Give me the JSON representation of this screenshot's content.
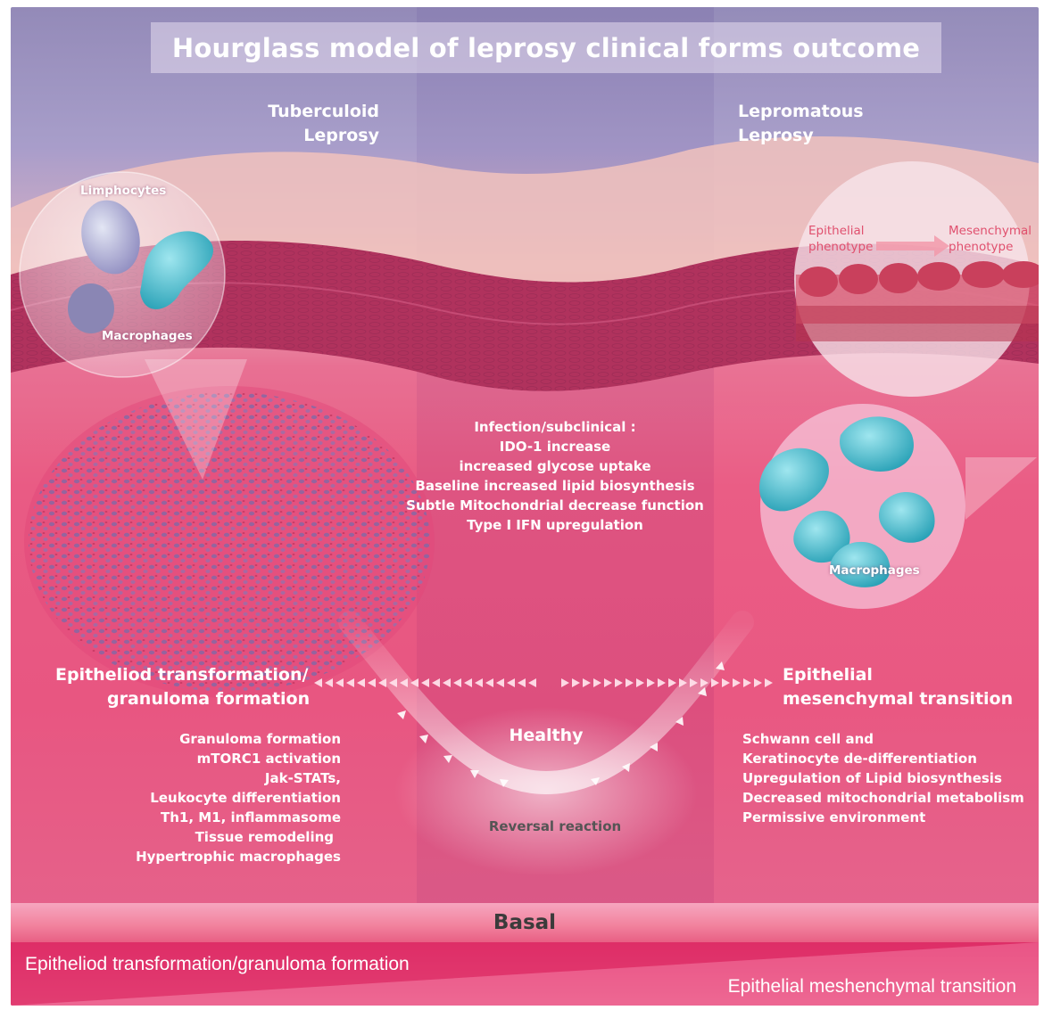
{
  "title": "Hourglass model of leprosy clinical forms outcome",
  "columns": {
    "left_header": [
      "Tuberculoid",
      "Leprosy"
    ],
    "right_header": [
      "Lepromatous",
      "Leprosy"
    ]
  },
  "callouts": {
    "left_top": "Limphocytes",
    "left_bottom": "Macrophages",
    "right_lower": "Macrophages",
    "epithelial_phenotype": [
      "Epithelial",
      "phenotype"
    ],
    "mesenchymal_phenotype": [
      "Mesenchymal",
      "phenotype"
    ]
  },
  "center_info": [
    "Infection/subclinical :",
    "IDO-1 increase",
    "increased glycose uptake",
    "Baseline increased lipid biosynthesis",
    "Subtle Mitochondrial decrease function",
    "Type I IFN upregulation"
  ],
  "left_section": {
    "heading": [
      "Epitheliod transformation/",
      "granuloma formation"
    ],
    "items": [
      "Granuloma formation",
      "mTORC1 activation",
      "Jak-STATs,",
      "Leukocyte differentiation",
      "Th1, M1, inflammasome",
      "Tissue remodeling",
      "Hypertrophic macrophages"
    ]
  },
  "right_section": {
    "heading": [
      "Epithelial",
      "mesenchymal transition"
    ],
    "items": [
      "Schwann cell and",
      "Keratinocyte de-differentiation",
      "Upregulation of Lipid biosynthesis",
      "Decreased mitochondrial metabolism",
      "Permissive environment"
    ]
  },
  "center_labels": {
    "healthy": "Healthy",
    "reversal": "Reversal reaction"
  },
  "bands": {
    "basal": "Basal",
    "bottom_left": "Epitheliod transformation/granuloma formation",
    "bottom_right": "Epithelial meshenchymal transition"
  },
  "colors": {
    "tissue_pink": "#e9557f",
    "epidermis_dark": "#b0325d",
    "sky_purple": "#9f94c4",
    "macrophage_teal": "#3fb9c9",
    "phenotype_text": "#e0506e",
    "basal_text": "#3b3b3b"
  }
}
